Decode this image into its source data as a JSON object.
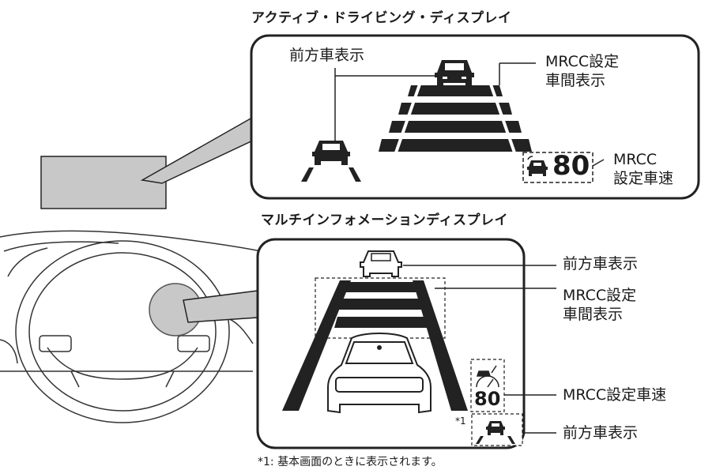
{
  "add": {
    "title": "アクティブ・ドライビング・ディスプレイ",
    "label_front_vehicle": "前方車表示",
    "label_distance_line1": "MRCC設定",
    "label_distance_line2": "車間表示",
    "label_speed_line1": "MRCC",
    "label_speed_line2": "設定車速",
    "speed_value": "80"
  },
  "mid": {
    "title": "マルチインフォメーションディスプレイ",
    "label_front_vehicle": "前方車表示",
    "label_distance_line1": "MRCC設定",
    "label_distance_line2": "車間表示",
    "label_speed": "MRCC設定車速",
    "label_front_vehicle_2": "前方車表示",
    "speed_value": "80",
    "note_mark": "*1"
  },
  "footnote": "*1: 基本画面のときに表示されます。",
  "icons": [
    "car-front-icon",
    "radar-car-icon",
    "speedometer-car-icon"
  ]
}
